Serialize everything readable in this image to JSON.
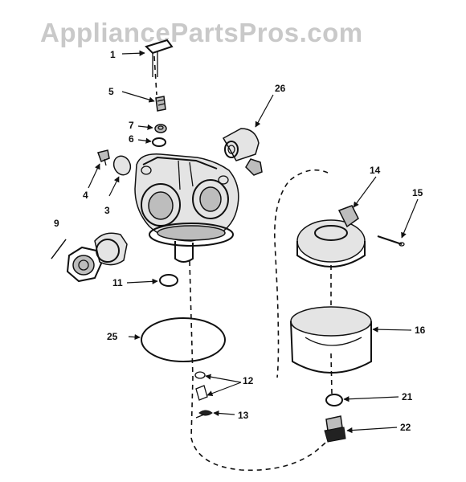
{
  "watermark": "AppliancePartsPros.com",
  "callouts": {
    "c1": "1",
    "c3": "3",
    "c4": "4",
    "c5": "5",
    "c6": "6",
    "c7": "7",
    "c9": "9",
    "c11": "11",
    "c12": "12",
    "c13": "13",
    "c14": "14",
    "c15": "15",
    "c16": "16",
    "c21": "21",
    "c22": "22",
    "c25": "25",
    "c26": "26"
  }
}
